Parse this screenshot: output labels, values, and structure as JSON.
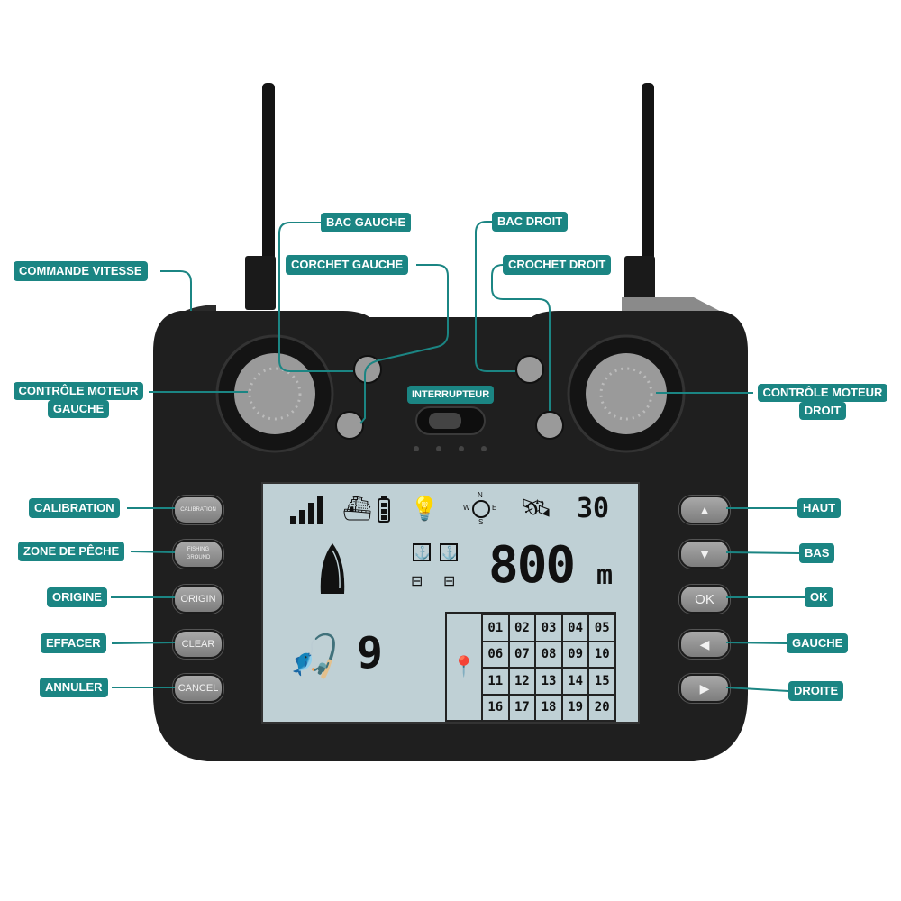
{
  "colors": {
    "label_bg": "#1b8583",
    "body": "#1e1e1e",
    "lcd": "#bfd0d5",
    "button": "#8a8a8a"
  },
  "callouts": {
    "speed": "COMMANDE VITESSE",
    "left_motor_1": "CONTRÔLE MOTEUR",
    "left_motor_2": "GAUCHE",
    "right_motor_1": "CONTRÔLE MOTEUR",
    "right_motor_2": "DROIT",
    "bac_left": "BAC GAUCHE",
    "hook_left": "CORCHET GAUCHE",
    "bac_right": "BAC DROIT",
    "hook_right": "CROCHET DROIT",
    "switch": "INTERRUPTEUR",
    "calibration": "CALIBRATION",
    "zone": "ZONE DE PÊCHE",
    "origin": "ORIGINE",
    "clear": "EFFACER",
    "cancel": "ANNULER",
    "up": "HAUT",
    "down": "BAS",
    "ok": "OK",
    "left": "GAUCHE",
    "right": "DROITE"
  },
  "left_buttons": {
    "calibration": "CALIBRATION",
    "zone": "FISHING GROUND",
    "origin": "ORIGIN",
    "clear": "CLEAR",
    "cancel": "CANCEL"
  },
  "right_buttons": {
    "up": "▲",
    "down": "▼",
    "ok": "OK",
    "left": "◀",
    "right": "▶"
  },
  "lcd": {
    "signal_icon": "signal-bars-icon",
    "boat_icon": "ship-icon",
    "battery_icon": "battery-icon",
    "light_icon": "bulb-icon",
    "compass": {
      "n": "N",
      "e": "E",
      "s": "S",
      "w": "W"
    },
    "satellites": "30",
    "distance": "800",
    "distance_unit": "m",
    "fishing_count": "9",
    "spots": [
      "01",
      "02",
      "03",
      "04",
      "05",
      "06",
      "07",
      "08",
      "09",
      "10",
      "11",
      "12",
      "13",
      "14",
      "15",
      "16",
      "17",
      "18",
      "19",
      "20"
    ]
  }
}
